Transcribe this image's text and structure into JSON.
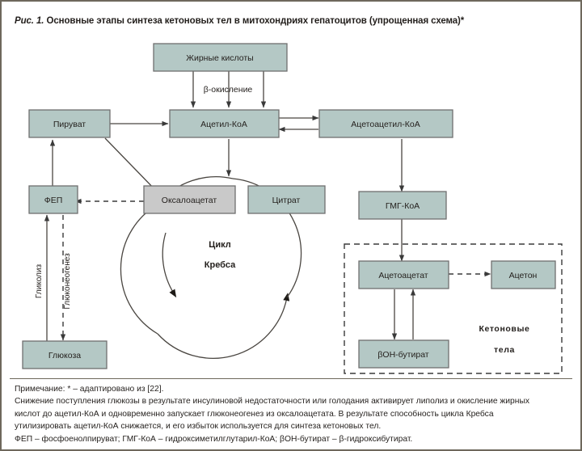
{
  "caption": {
    "prefix": "Рис. 1.",
    "text": "Основные этапы синтеза кетоновых тел в митохондриях гепатоцитов (упрощенная схема)*"
  },
  "colors": {
    "node_fill": "#b4c8c5",
    "node_fill_alt": "#c9c9c9",
    "node_stroke": "#6f6f6f",
    "arrow": "#3a3a3a",
    "frame": "#6e685c",
    "text": "#231f1c"
  },
  "diagram": {
    "nodes": [
      {
        "id": "fatty_acids",
        "label": "Жирные кислоты",
        "fill": "teal"
      },
      {
        "id": "pyruvate",
        "label": "Пируват",
        "fill": "teal"
      },
      {
        "id": "acetyl_coa",
        "label": "Ацетил-КоА",
        "fill": "teal"
      },
      {
        "id": "acetoacetyl_coa",
        "label": "Ацетоацетил-КоА",
        "fill": "teal"
      },
      {
        "id": "pep",
        "label": "ФЕП",
        "fill": "teal"
      },
      {
        "id": "oxaloacetate",
        "label": "Оксалоацетат",
        "fill": "gray"
      },
      {
        "id": "citrate",
        "label": "Цитрат",
        "fill": "teal"
      },
      {
        "id": "hmg_coa",
        "label": "ГМГ-КоА",
        "fill": "teal"
      },
      {
        "id": "acetoacetate",
        "label": "Ацетоацетат",
        "fill": "teal"
      },
      {
        "id": "acetone",
        "label": "Ацетон",
        "fill": "teal"
      },
      {
        "id": "bhb",
        "label": "βОН-бутират",
        "fill": "teal"
      },
      {
        "id": "glucose",
        "label": "Глюкоза",
        "fill": "teal"
      }
    ],
    "edge_labels": {
      "beta_oxidation": "β-окисление",
      "glycolysis": "Гликолиз",
      "gluconeogenesis": "Глюконеогенез"
    },
    "cycle_label": {
      "line1": "Цикл",
      "line2": "Кребса"
    },
    "group_label": {
      "line1": "Кетоновые",
      "line2": "тела"
    }
  },
  "notes": {
    "line1": "Примечание: * – адаптировано из [22].",
    "line2": "Снижение поступления глюкозы в результате инсулиновой недостаточности или голодания активирует липолиз и окисление жирных",
    "line3": "кислот до ацетил-КоА и одновременно запускает глюконеогенез из оксалоацетата. В результате способность цикла Кребса",
    "line4": "утилизировать ацетил-КоА снижается, и его избыток используется для синтеза кетоновых тел.",
    "line5": "ФЕП – фосфоенолпируват; ГМГ-КоА – гидроксиметилглутарил-КоА; βОН-бутират – β-гидроксибутират."
  }
}
